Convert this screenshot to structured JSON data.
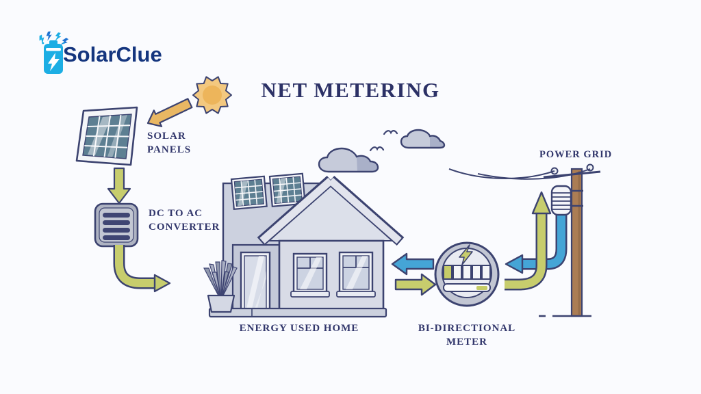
{
  "page": {
    "background": "#fafbfe"
  },
  "logo": {
    "brand": "SolarClue",
    "brand_color": "#14357e",
    "icon": "battery-lightning-icon",
    "icon_color": "#1caee4",
    "spark_color": "#1d72d2"
  },
  "title": "NET METERING",
  "labels": {
    "solar_panels": "SOLAR\nPANELS",
    "converter": "DC TO AC\nCONVERTER",
    "home": "ENERGY USED HOME",
    "meter": "BI-DIRECTIONAL\nMETER",
    "grid": "POWER GRID"
  },
  "colors": {
    "outline": "#3c4370",
    "solar_export_flow": "#c7cd6d",
    "grid_import_flow": "#45a5d6",
    "sunlight": "#e9b763",
    "sun_fill": "#f3c87f",
    "house_wall": "#d8dbe6",
    "pole_wood": "#ab7d54",
    "label_text": "#31366b"
  },
  "flows": [
    {
      "name": "sunlight-to-panels",
      "color": "#e9b763"
    },
    {
      "name": "panels-to-converter",
      "color": "#c7cd6d"
    },
    {
      "name": "converter-to-home",
      "color": "#c7cd6d"
    },
    {
      "name": "meter-to-home",
      "color": "#45a5d6"
    },
    {
      "name": "home-to-meter",
      "color": "#c7cd6d"
    },
    {
      "name": "grid-to-meter",
      "color": "#45a5d6"
    },
    {
      "name": "meter-to-grid",
      "color": "#c7cd6d"
    }
  ]
}
